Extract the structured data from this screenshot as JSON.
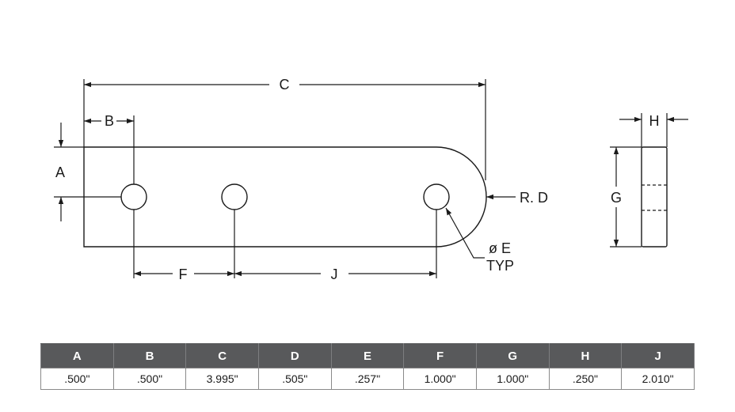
{
  "drawing": {
    "labels": {
      "A": "A",
      "B": "B",
      "C": "C",
      "D": "R. D",
      "E_line1": "ø E",
      "E_line2": "TYP",
      "F": "F",
      "G": "G",
      "H": "H",
      "J": "J"
    }
  },
  "table": {
    "headers": [
      "A",
      "B",
      "C",
      "D",
      "E",
      "F",
      "G",
      "H",
      "J"
    ],
    "values": [
      ".500\"",
      ".500\"",
      "3.995\"",
      ".505\"",
      ".257\"",
      "1.000\"",
      "1.000\"",
      ".250\"",
      "2.010\""
    ],
    "header_bg": "#58595b"
  }
}
